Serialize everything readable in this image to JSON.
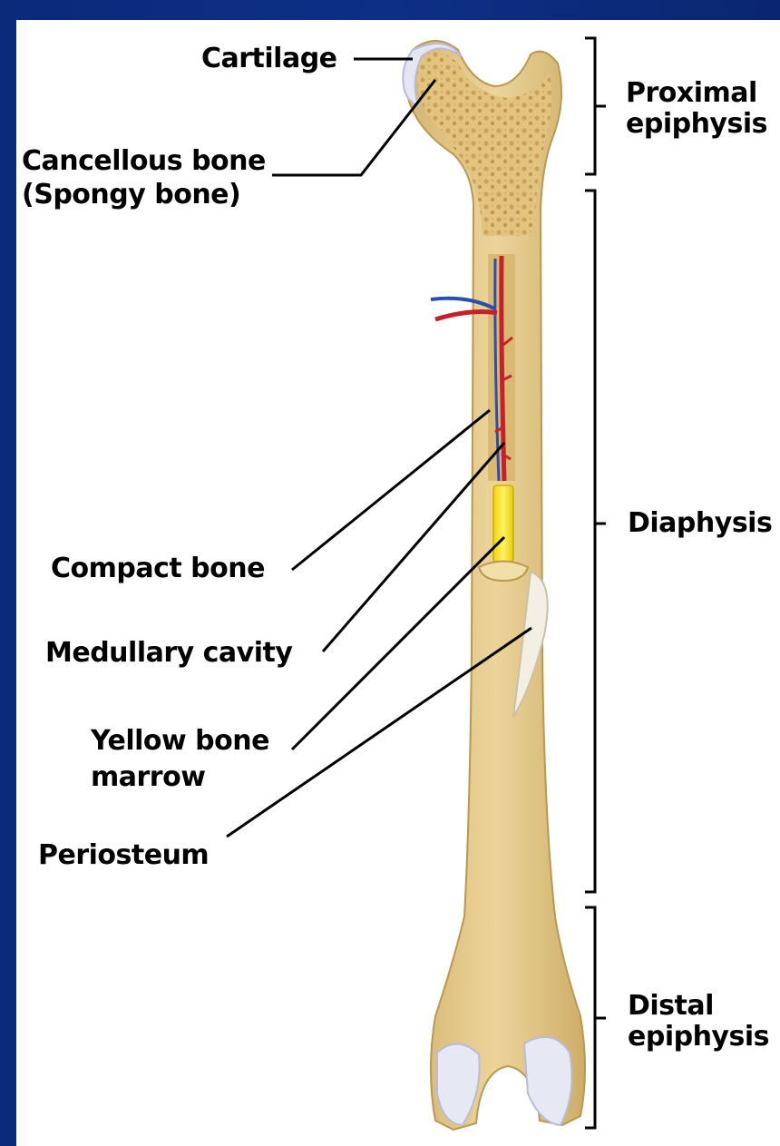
{
  "labels": {
    "cartilage": "Cartilage",
    "cancellous_1": "Cancellous bone",
    "cancellous_2": "(Spongy bone)",
    "compact_bone": "Compact bone",
    "medullary_cavity": "Medullary cavity",
    "yellow_marrow_1": "Yellow bone",
    "yellow_marrow_2": "marrow",
    "periosteum": "Periosteum",
    "proximal_1": "Proximal",
    "proximal_2": "epiphysis",
    "diaphysis": "Diaphysis",
    "distal_1": "Distal",
    "distal_2": "epiphysis"
  },
  "colors": {
    "background": "#0d2f86",
    "panel": "#ffffff",
    "bone": "#e8cf8f",
    "bone_shade": "#c9a864",
    "cartilage": "#e4e6f2",
    "yellow_marrow": "#f5e21a",
    "artery": "#c8202a",
    "vein": "#2a4fb0"
  }
}
